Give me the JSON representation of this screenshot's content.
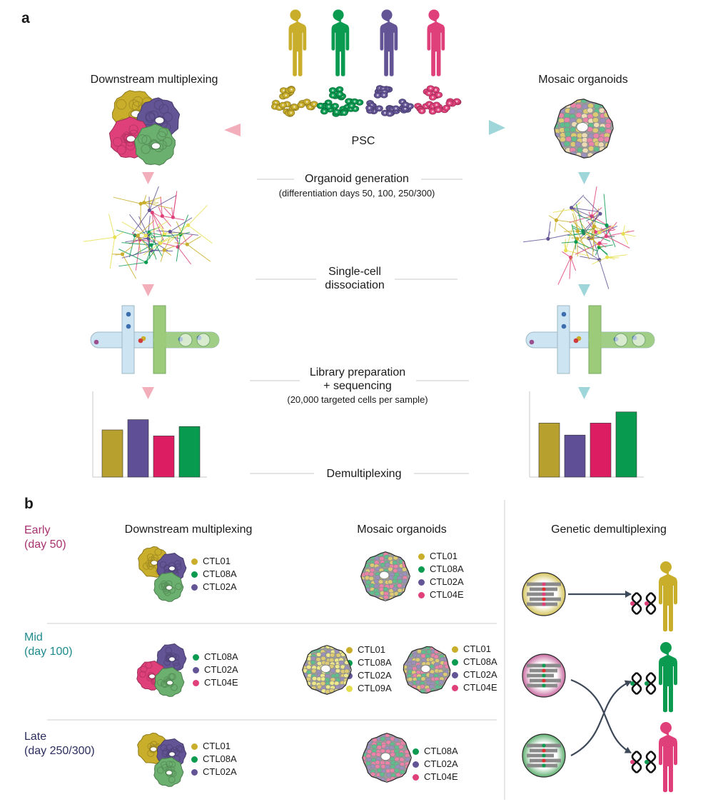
{
  "colors": {
    "ctl01": "#c9ae2b",
    "ctl08a": "#0a9a50",
    "ctl02a": "#635496",
    "ctl04e": "#e0407a",
    "ctl09a": "#e3dc4c",
    "early_label": "#a8326e",
    "mid_label": "#1f8a8c",
    "late_label": "#2c2d5e",
    "arrow_left": "#f2aebb",
    "arrow_right": "#9ed6da",
    "chip_channel": "#cde5f2",
    "chip_green": "#9ccb7a"
  },
  "icons": [
    "person-icon",
    "cell-cluster-icon",
    "organoid-icon",
    "neuron-network-icon",
    "microfluidic-chip-icon",
    "dna-icon",
    "nucleus-reads-icon",
    "arrow-icon"
  ],
  "panel_a": {
    "letter": "a",
    "left_title": "Downstream multiplexing",
    "right_title": "Mosaic organoids",
    "psc_label": "PSC",
    "step1_title": "Organoid generation",
    "step1_sub": "(differentiation days 50, 100, 250/300)",
    "step2_line1": "Single-cell",
    "step2_line2": "dissociation",
    "step3_line1": "Library preparation",
    "step3_line2": "+ sequencing",
    "step3_sub": "(20,000 targeted cells per sample)",
    "step4_title": "Demultiplexing",
    "left_bars": [
      {
        "id": "ctl01",
        "value": 0.55
      },
      {
        "id": "ctl02a",
        "value": 0.67
      },
      {
        "id": "ctl04e",
        "value": 0.48
      },
      {
        "id": "ctl08a",
        "value": 0.59
      }
    ],
    "right_bars": [
      {
        "id": "ctl01",
        "value": 0.63
      },
      {
        "id": "ctl02a",
        "value": 0.49
      },
      {
        "id": "ctl04e",
        "value": 0.63
      },
      {
        "id": "ctl08a",
        "value": 0.76
      }
    ]
  },
  "panel_b": {
    "letter": "b",
    "col_downstream": "Downstream multiplexing",
    "col_mosaic": "Mosaic organoids",
    "col_genetic": "Genetic demultiplexing",
    "early_line1": "Early",
    "early_line2": "(day 50)",
    "mid_line1": "Mid",
    "mid_line2": "(day 100)",
    "late_line1": "Late",
    "late_line2": "(day 250/300)",
    "early_down": [
      "CTL01",
      "CTL08A",
      "CTL02A"
    ],
    "early_mosaic": [
      "CTL01",
      "CTL08A",
      "CTL02A",
      "CTL04E"
    ],
    "mid_down": [
      "CTL08A",
      "CTL02A",
      "CTL04E"
    ],
    "mid_mosaic1": [
      "CTL01",
      "CTL08A",
      "CTL02A",
      "CTL09A"
    ],
    "mid_mosaic2": [
      "CTL01",
      "CTL08A",
      "CTL02A",
      "CTL04E"
    ],
    "late_down": [
      "CTL01",
      "CTL08A",
      "CTL02A"
    ],
    "late_mosaic": [
      "CTL08A",
      "CTL02A",
      "CTL04E"
    ]
  }
}
